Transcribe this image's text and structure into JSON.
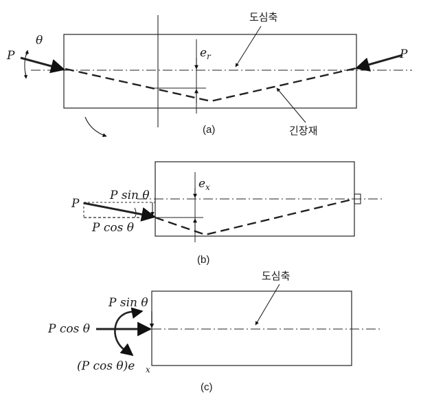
{
  "panel_a": {
    "caption": "(a)",
    "load_left": "P",
    "angle": "θ",
    "load_right": "P",
    "eccentricity": "e",
    "eccentricity_sub": "r",
    "centroid_axis": "도심축",
    "tendon": "긴장재"
  },
  "panel_b": {
    "caption": "(b)",
    "load": "P",
    "vertical_component": "P sin θ",
    "horizontal_component": "P cos θ",
    "eccentricity": "e",
    "eccentricity_sub": "x"
  },
  "panel_c": {
    "caption": "(c)",
    "centroid_axis": "도심축",
    "vertical_force": "P sin θ",
    "axial_force": "P cos θ",
    "moment": "(P cos θ)e",
    "moment_sub": "x"
  }
}
